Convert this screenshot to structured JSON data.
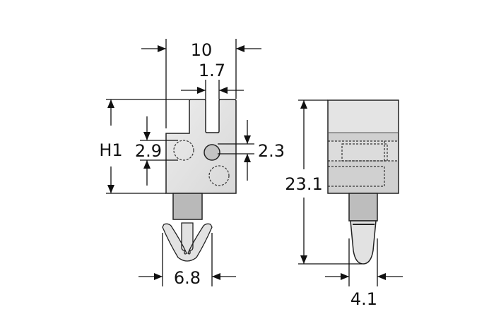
{
  "colors": {
    "light_part": "#e4e4e4",
    "mid_part": "#d2d2d2",
    "dark_part": "#b9b9b9",
    "line": "#111111"
  },
  "front_view": {
    "width_label": "10",
    "slot_label": "1.7",
    "height_label": "H1",
    "hole_left_label": "2.9",
    "hole_right_label": "2.3",
    "clip_width_label": "6.8"
  },
  "side_view": {
    "total_height_label": "23.1",
    "tip_width_label": "4.1"
  }
}
